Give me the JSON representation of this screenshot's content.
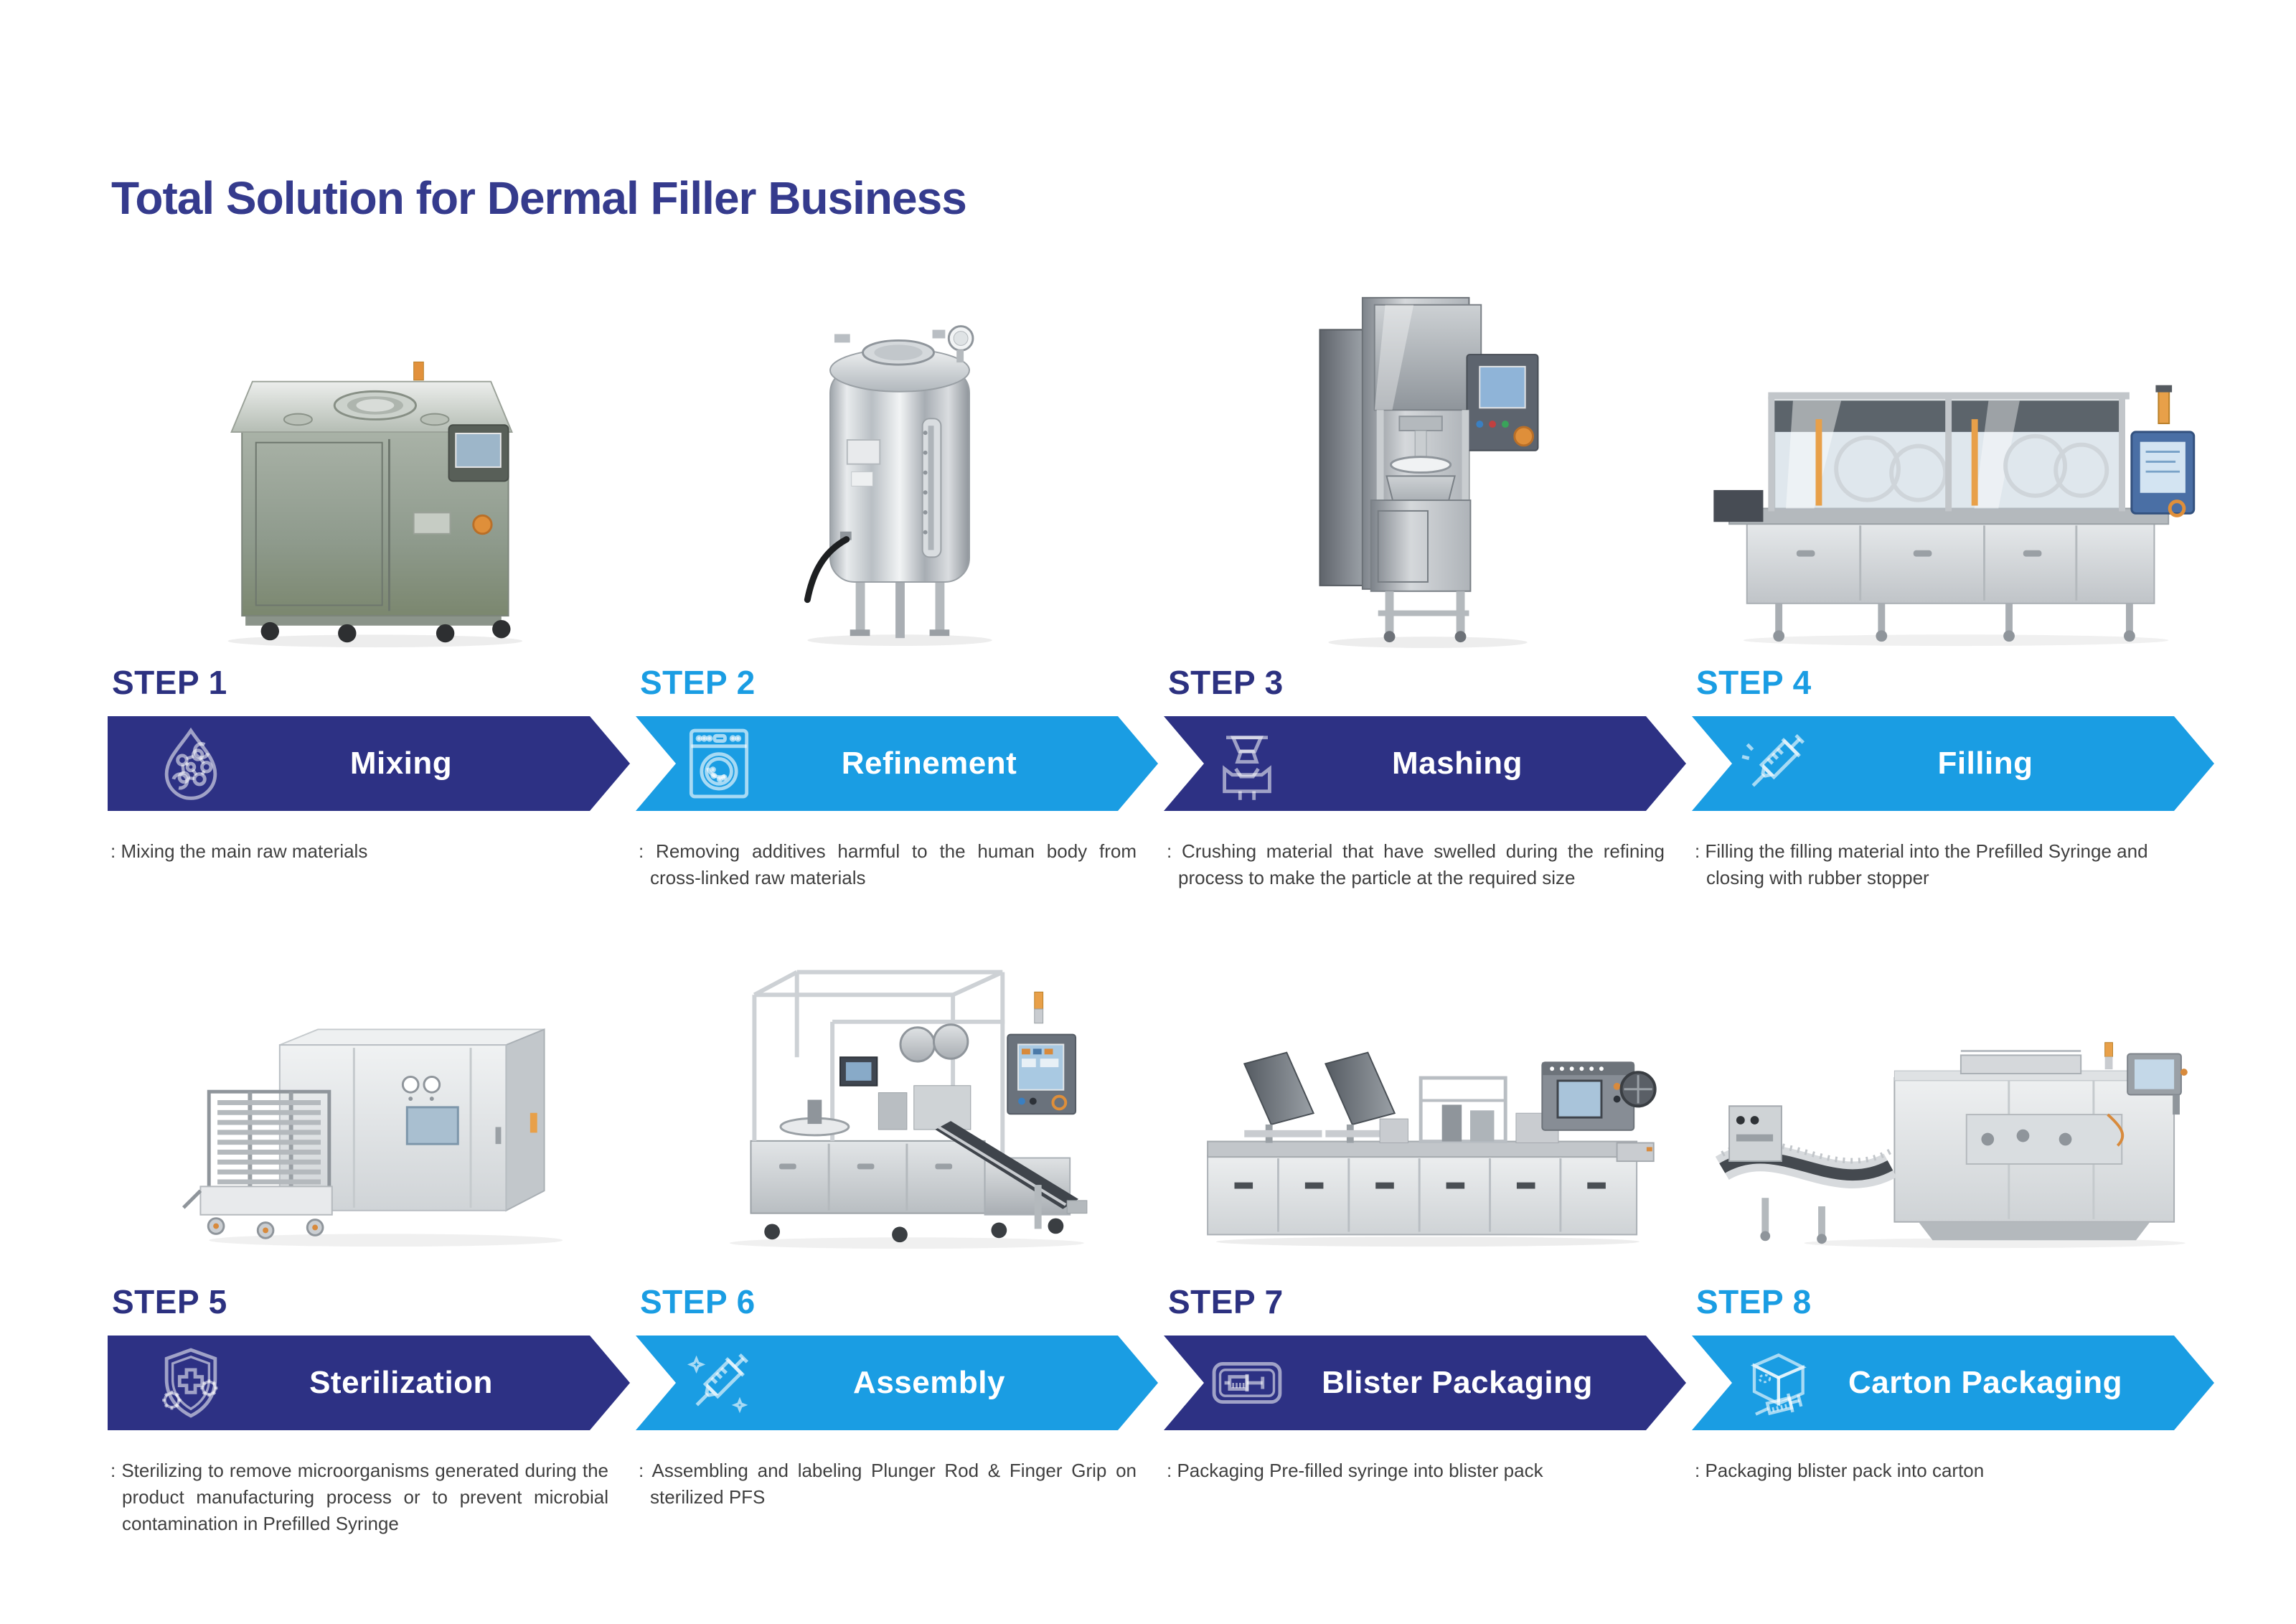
{
  "title": "Total Solution for Dermal Filler Business",
  "palette": {
    "navy": "#2d3184",
    "blue": "#1a9de3",
    "title_navy": "#353b8d",
    "body_text": "#404040"
  },
  "steps": [
    {
      "label": "STEP 1",
      "name": "Mixing",
      "description": ": Mixing the main raw materials",
      "icon": "droplet-molecule-icon",
      "machine": "paste-mixer-photo"
    },
    {
      "label": "STEP 2",
      "name": "Refinement",
      "description": ": Removing additives harmful to the human body from cross-linked raw materials",
      "icon": "washing-machine-icon",
      "machine": "stainless-tank-photo"
    },
    {
      "label": "STEP 3",
      "name": "Mashing",
      "description": ": Crushing material that have swelled during the refining process to make the particle at the required size",
      "icon": "masher-press-icon",
      "machine": "mashing-press-photo"
    },
    {
      "label": "STEP 4",
      "name": "Filling",
      "description": ": Filling the filling material into the Prefilled Syringe and closing with rubber stopper",
      "icon": "syringe-icon",
      "machine": "filling-line-photo"
    },
    {
      "label": "STEP 5",
      "name": "Sterilization",
      "description": ": Sterilizing to remove microorganisms generated during the product manufacturing process or to prevent microbial contamination in Prefilled Syringe",
      "icon": "shield-cross-icon",
      "machine": "sterilization-chamber-photo"
    },
    {
      "label": "STEP 6",
      "name": "Assembly",
      "description": ": Assembling and labeling Plunger Rod & Finger Grip on sterilized PFS",
      "icon": "syringe-sparkle-icon",
      "machine": "assembly-machine-photo"
    },
    {
      "label": "STEP 7",
      "name": "Blister Packaging",
      "description": ": Packaging Pre-filled syringe into blister pack",
      "icon": "blister-pack-icon",
      "machine": "blister-line-photo"
    },
    {
      "label": "STEP 8",
      "name": "Carton Packaging",
      "description": ": Packaging blister pack into carton",
      "icon": "carton-box-icon",
      "machine": "cartoning-machine-photo"
    }
  ]
}
